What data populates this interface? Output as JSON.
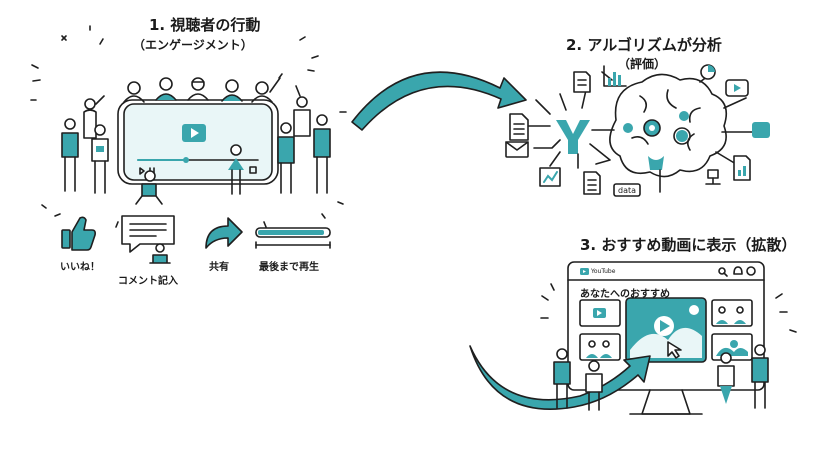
{
  "colors": {
    "accent": "#3aa6ad",
    "line": "#1f1f1f",
    "light": "#e9f6f7",
    "bg": "#ffffff"
  },
  "step1": {
    "title": "1. 視聴者の行動",
    "subtitle": "（エンゲージメント）",
    "actions": [
      {
        "label": "いいね！",
        "icon": "thumbs-up-icon"
      },
      {
        "label": "コメント記入",
        "icon": "comment-icon"
      },
      {
        "label": "共有",
        "icon": "share-arrow-icon"
      },
      {
        "label": "最後まで再生",
        "icon": "progress-bar-icon"
      }
    ]
  },
  "step2": {
    "title": "2. アルゴリズムが分析",
    "subtitle": "（評価）",
    "data_tag": "data"
  },
  "step3": {
    "title": "3. おすすめ動画に表示（拡散）",
    "browser": {
      "site": "YouTube",
      "heading": "あなたへのおすすめ"
    }
  }
}
